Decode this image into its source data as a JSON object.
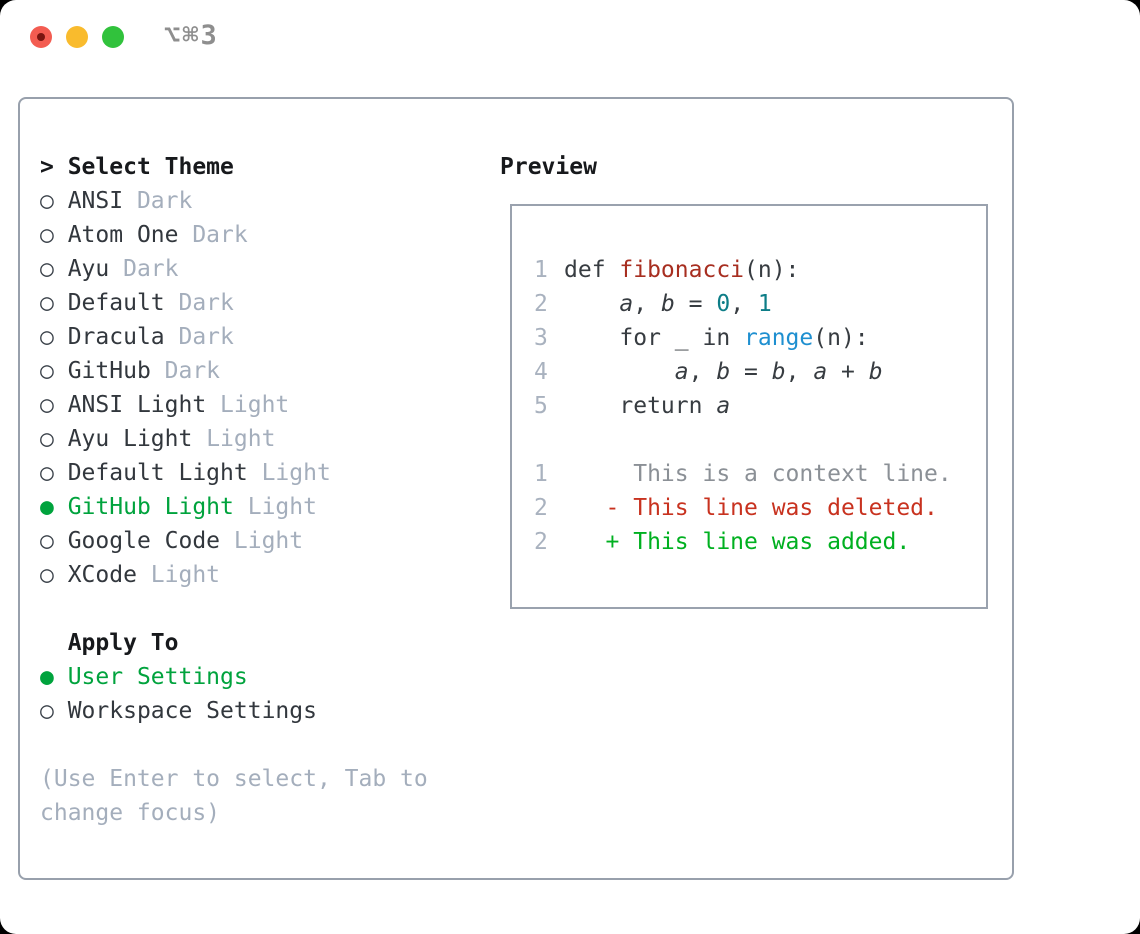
{
  "window": {
    "title": "⌥⌘3",
    "traffic_lights": [
      {
        "name": "close",
        "state": "modified-dot"
      },
      {
        "name": "minimize",
        "state": "normal"
      },
      {
        "name": "zoom",
        "state": "normal"
      }
    ]
  },
  "theme_panel": {
    "header": {
      "marker": ">",
      "label": "Select Theme"
    },
    "themes": [
      {
        "marker": "○",
        "name": "ANSI",
        "tag": "Dark",
        "selected": false
      },
      {
        "marker": "○",
        "name": "Atom One",
        "tag": "Dark",
        "selected": false
      },
      {
        "marker": "○",
        "name": "Ayu",
        "tag": "Dark",
        "selected": false
      },
      {
        "marker": "○",
        "name": "Default",
        "tag": "Dark",
        "selected": false
      },
      {
        "marker": "○",
        "name": "Dracula",
        "tag": "Dark",
        "selected": false
      },
      {
        "marker": "○",
        "name": "GitHub",
        "tag": "Dark",
        "selected": false
      },
      {
        "marker": "○",
        "name": "ANSI Light",
        "tag": "Light",
        "selected": false
      },
      {
        "marker": "○",
        "name": "Ayu Light",
        "tag": "Light",
        "selected": false
      },
      {
        "marker": "○",
        "name": "Default Light",
        "tag": "Light",
        "selected": false
      },
      {
        "marker": "●",
        "name": "GitHub Light",
        "tag": "Light",
        "selected": true
      },
      {
        "marker": "○",
        "name": "Google Code",
        "tag": "Light",
        "selected": false
      },
      {
        "marker": "○",
        "name": "XCode",
        "tag": "Light",
        "selected": false
      }
    ],
    "apply_to": {
      "label": "Apply To",
      "options": [
        {
          "marker": "●",
          "name": "User Settings",
          "selected": true
        },
        {
          "marker": "○",
          "name": "Workspace Settings",
          "selected": false
        }
      ]
    },
    "help_text": "(Use Enter to select, Tab to change focus)"
  },
  "preview": {
    "heading": "Preview",
    "code_lines": [
      {
        "num": "1",
        "segments": [
          {
            "text": "def ",
            "style": "code"
          },
          {
            "text": "fibonacci",
            "style": "func"
          },
          {
            "text": "(n):",
            "style": "code"
          }
        ]
      },
      {
        "num": "2",
        "segments": [
          {
            "text": "    ",
            "style": "code"
          },
          {
            "text": "a",
            "style": "var"
          },
          {
            "text": ", ",
            "style": "code"
          },
          {
            "text": "b",
            "style": "var"
          },
          {
            "text": " = ",
            "style": "code"
          },
          {
            "text": "0",
            "style": "num"
          },
          {
            "text": ", ",
            "style": "code"
          },
          {
            "text": "1",
            "style": "num"
          }
        ]
      },
      {
        "num": "3",
        "segments": [
          {
            "text": "    for _ in ",
            "style": "code"
          },
          {
            "text": "range",
            "style": "builtin"
          },
          {
            "text": "(n):",
            "style": "code"
          }
        ]
      },
      {
        "num": "4",
        "segments": [
          {
            "text": "        ",
            "style": "code"
          },
          {
            "text": "a",
            "style": "var"
          },
          {
            "text": ", ",
            "style": "code"
          },
          {
            "text": "b",
            "style": "var"
          },
          {
            "text": " = ",
            "style": "code"
          },
          {
            "text": "b",
            "style": "var"
          },
          {
            "text": ", ",
            "style": "code"
          },
          {
            "text": "a",
            "style": "var"
          },
          {
            "text": " + ",
            "style": "code"
          },
          {
            "text": "b",
            "style": "var"
          }
        ]
      },
      {
        "num": "5",
        "segments": [
          {
            "text": "    return ",
            "style": "code"
          },
          {
            "text": "a",
            "style": "var"
          }
        ]
      },
      {
        "num": "",
        "segments": []
      }
    ],
    "diff_lines": [
      {
        "num": "1",
        "segments": [
          {
            "text": "     This is a context line.",
            "style": "context"
          }
        ]
      },
      {
        "num": "2",
        "segments": [
          {
            "text": "   - This line was deleted.",
            "style": "deleted"
          }
        ]
      },
      {
        "num": "2",
        "segments": [
          {
            "text": "   + This line was added.",
            "style": "added"
          }
        ]
      }
    ]
  },
  "colors": {
    "heading": "#17191c",
    "text-dark": "#32373d",
    "marker-dark": "#3c434b",
    "muted": "#a4aebc",
    "green": "#00a33d",
    "title-gray": "#8e8e8e",
    "panel-border": "#98a0ac",
    "preview-border": "#9aa2ae",
    "ln-gray": "#a9b2bf",
    "code-text": "#373c41",
    "func-red": "#a72e20",
    "num-teal": "#0d7d87",
    "builtin-blue": "#1e8fd0",
    "context-gray": "#8b9096",
    "deleted-red": "#c8321f",
    "added-green": "#00b020",
    "traffic-red": "#f35c51",
    "traffic-red-dot": "#7a1510",
    "traffic-yellow": "#f9bb2d",
    "traffic-green": "#31c23c"
  }
}
